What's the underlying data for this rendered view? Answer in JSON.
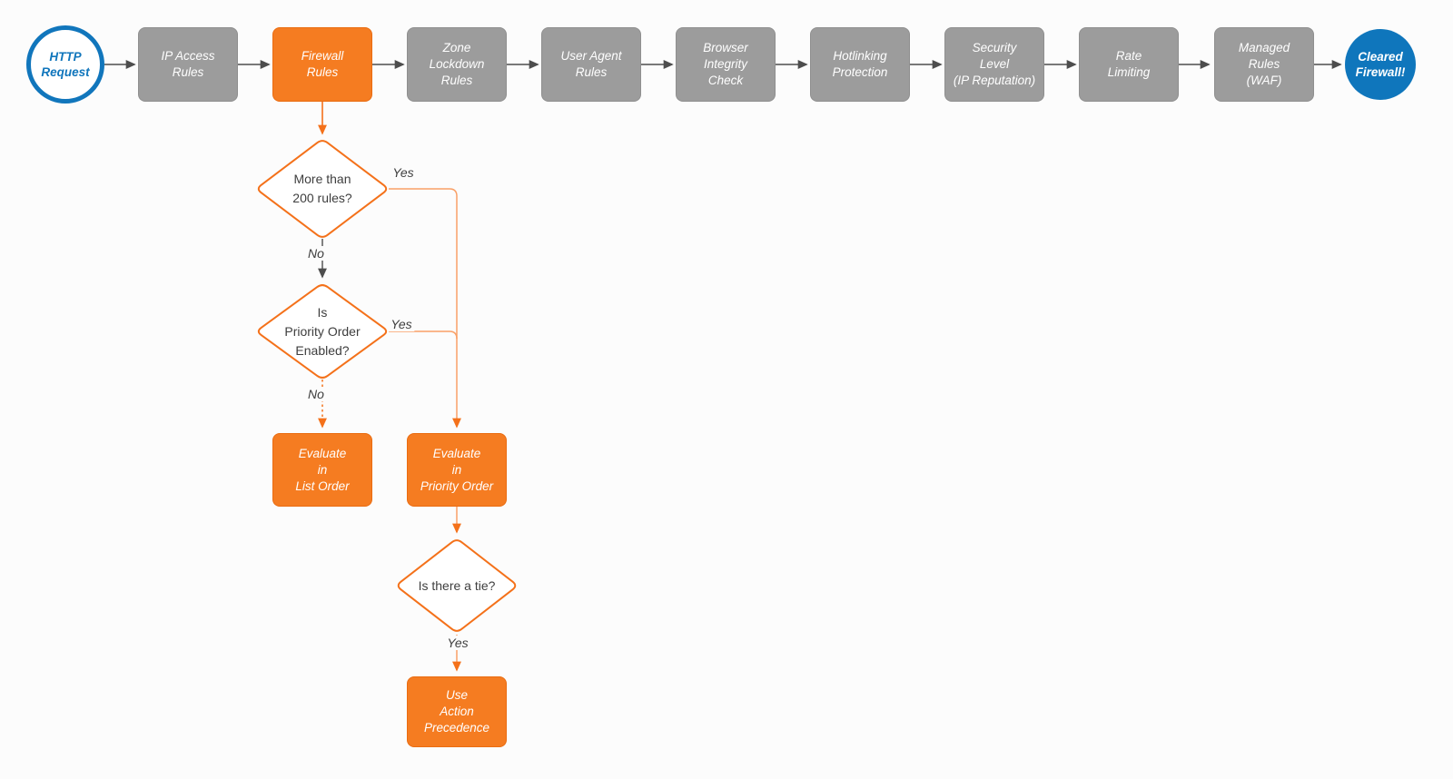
{
  "diagram": {
    "title_hint": "HTTP request firewall evaluation flowchart",
    "colors": {
      "accent_orange": "#f57c21",
      "orange_stroke": "#f4711a",
      "orange_light_line": "#f9a066",
      "gray_node": "#9c9c9c",
      "arrow_gray": "#4d4d4d",
      "blue": "#1176bc",
      "text_dark": "#3e3e3e",
      "background": "#fcfcfc"
    },
    "start": {
      "label": "HTTP\nRequest"
    },
    "end": {
      "label": "Cleared\nFirewall!"
    },
    "pipeline": [
      {
        "label": "IP Access\nRules"
      },
      {
        "label": "Firewall\nRules"
      },
      {
        "label": "Zone\nLockdown\nRules"
      },
      {
        "label": "User Agent\nRules"
      },
      {
        "label": "Browser\nIntegrity\nCheck"
      },
      {
        "label": "Hotlinking\nProtection"
      },
      {
        "label": "Security\nLevel\n(IP Reputation)"
      },
      {
        "label": "Rate\nLimiting"
      },
      {
        "label": "Managed\nRules\n(WAF)"
      }
    ],
    "decisions": {
      "more_rules": {
        "label": "More than\n200 rules?"
      },
      "priority_enabled": {
        "label": "Is\nPriority Order\nEnabled?"
      },
      "tie": {
        "label": "Is there a tie?"
      }
    },
    "actions": {
      "list_order": {
        "label": "Evaluate\nin\nList Order"
      },
      "priority_order": {
        "label": "Evaluate\nin\nPriority Order"
      },
      "action_precedence": {
        "label": "Use\nAction\nPrecedence"
      }
    },
    "edges": {
      "more_rules_yes": "Yes",
      "more_rules_no": "No",
      "priority_yes": "Yes",
      "priority_no": "No",
      "tie_yes": "Yes"
    }
  }
}
